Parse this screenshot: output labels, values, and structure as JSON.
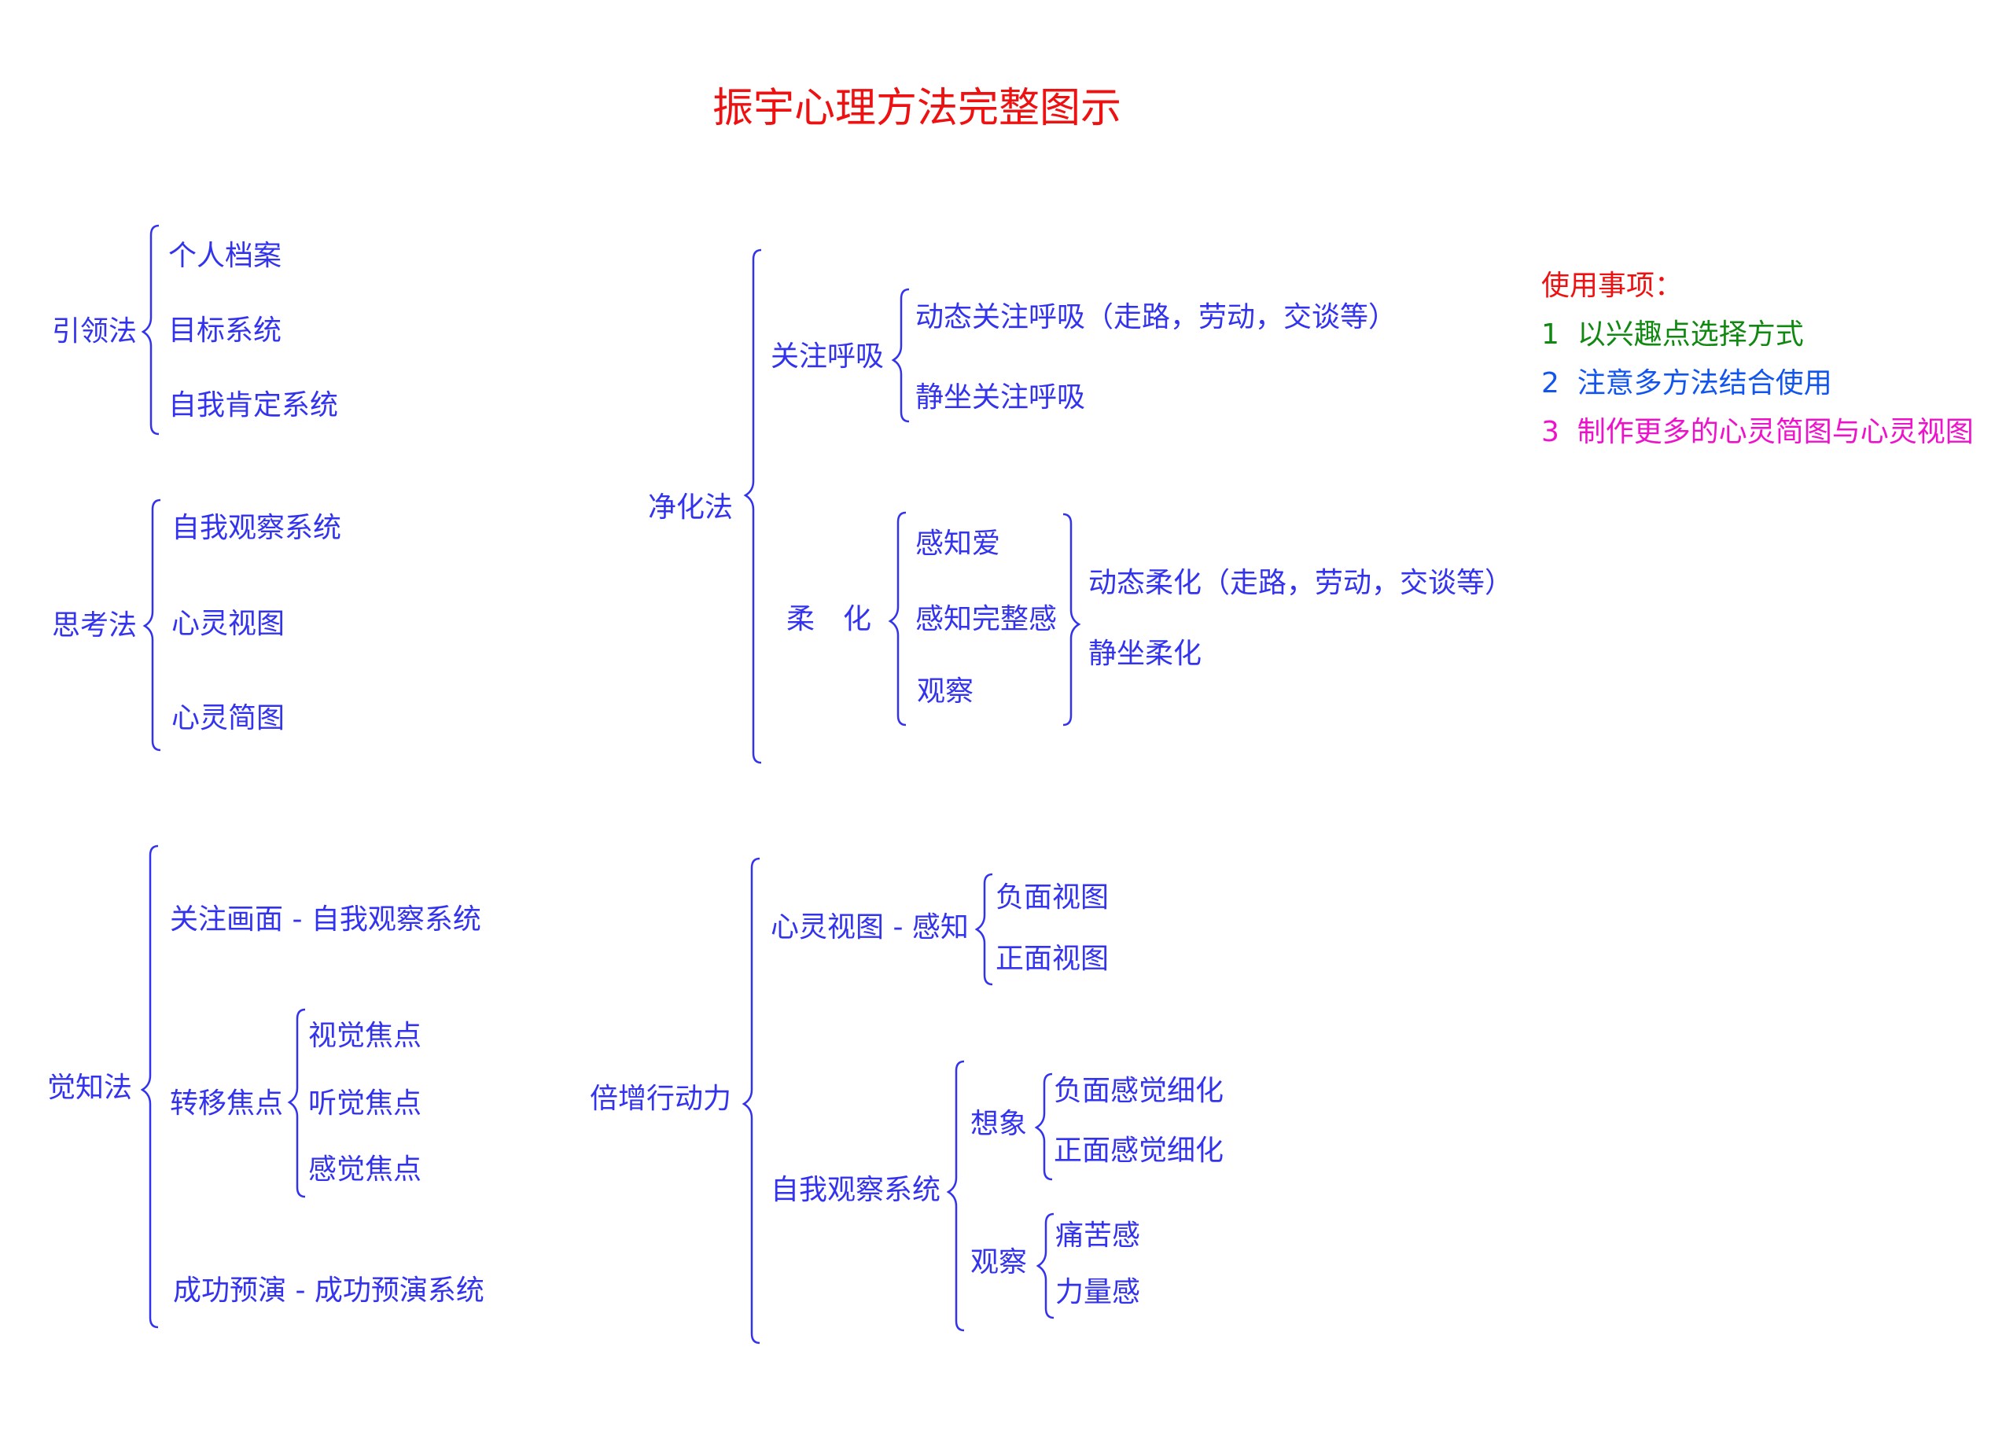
{
  "title": "振宇心理方法完整图示",
  "yinling": {
    "label": "引领法",
    "items": [
      "个人档案",
      "目标系统",
      "自我肯定系统"
    ]
  },
  "sikao": {
    "label": "思考法",
    "items": [
      "自我观察系统",
      "心灵视图",
      "心灵简图"
    ]
  },
  "juezhi": {
    "label": "觉知法",
    "item1": "关注画面 - 自我观察系统",
    "zhuanyi": {
      "label": "转移焦点",
      "items": [
        "视觉焦点",
        "听觉焦点",
        "感觉焦点"
      ]
    },
    "item3": "成功预演 - 成功预演系统"
  },
  "jinghua": {
    "label": "净化法",
    "guanzhu": {
      "label": "关注呼吸",
      "items": [
        "动态关注呼吸（走路，劳动，交谈等）",
        "静坐关注呼吸"
      ]
    },
    "rouhua": {
      "label": "柔　化",
      "items": [
        "感知爱",
        "感知完整感",
        "观察"
      ],
      "modes": [
        "动态柔化（走路，劳动，交谈等）",
        "静坐柔化"
      ]
    }
  },
  "beizeng": {
    "label": "倍增行动力",
    "xinling": {
      "label": "心灵视图 - 感知",
      "items": [
        "负面视图",
        "正面视图"
      ]
    },
    "ziwo": {
      "label": "自我观察系统",
      "xiangxiang": {
        "label": "想象",
        "items": [
          "负面感觉细化",
          "正面感觉细化"
        ]
      },
      "guancha": {
        "label": "观察",
        "items": [
          "痛苦感",
          "力量感"
        ]
      }
    }
  },
  "notes": {
    "heading": "使用事项：",
    "items": [
      {
        "num": "1",
        "text": "以兴趣点选择方式"
      },
      {
        "num": "2",
        "text": "注意多方法结合使用"
      },
      {
        "num": "3",
        "text": "制作更多的心灵简图与心灵视图"
      }
    ],
    "colors": {
      "heading": "#ee1111",
      "item1": "#118811",
      "item2": "#1155ee",
      "item3": "#ee11cc",
      "tree": "#3333ee"
    }
  }
}
